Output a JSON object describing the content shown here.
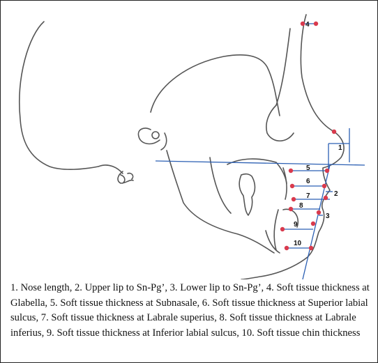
{
  "figure": {
    "markers": [
      {
        "id": "m1",
        "label": "1"
      },
      {
        "id": "m2",
        "label": "2"
      },
      {
        "id": "m3",
        "label": "3"
      },
      {
        "id": "m4",
        "label": "4"
      },
      {
        "id": "m5",
        "label": "5"
      },
      {
        "id": "m6",
        "label": "6"
      },
      {
        "id": "m7",
        "label": "7"
      },
      {
        "id": "m8",
        "label": "8"
      },
      {
        "id": "m9",
        "label": "9"
      },
      {
        "id": "m10",
        "label": "10"
      }
    ],
    "caption": "1. Nose length, 2. Upper lip to Sn-Pg’, 3. Lower lip to Sn-Pg’, 4. Soft tissue thickness at Glabella, 5. Soft tissue thickness at Subnasale, 6. Soft tissue thickness at Superior labial sulcus, 7. Soft tissue thickness at Labrale superius, 8. Soft tissue thickness at Labrale inferius, 9. Soft tissue thickness at Inferior labial sulcus, 10. Soft tissue chin thickness",
    "colors": {
      "lines": "#2b5fb3",
      "points": "#d93a4d",
      "outline": "#555555"
    }
  }
}
